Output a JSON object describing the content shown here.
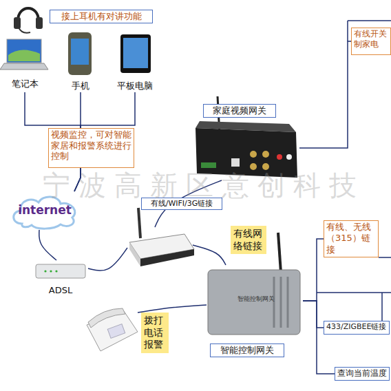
{
  "diagram": {
    "nodes": [
      {
        "text": [
          "接上耳机有对讲功能"
        ]
      },
      {
        "text": [
          "有线开关 制家电"
        ]
      },
      {
        "text": [
          "笔记本"
        ]
      },
      {
        "text": [
          "手机"
        ]
      },
      {
        "text": [
          "平板电脑"
        ]
      },
      {
        "text": [
          "家庭视频网关"
        ]
      },
      {
        "text": [
          "视频监控，可对智能家居和报警系统进行控制"
        ]
      },
      {
        "text": [
          "internet"
        ]
      },
      {
        "text": [
          "有线/WIFI/3G链接"
        ]
      },
      {
        "text": [
          "有线、无线（315）链接"
        ]
      },
      {
        "text": [
          "ADSL"
        ]
      },
      {
        "text": [
          "智能控制网关",
          "智能控制网关"
        ]
      },
      {
        "text": [
          "拨打电话报警"
        ]
      },
      {
        "text": [
          "433/ZIGBEE链接"
        ]
      },
      {
        "text": [
          "查询当前温度"
        ]
      }
    ],
    "edges": [
      {
        "from": 2,
        "to": 7,
        "arrow": "none"
      },
      {
        "from": 3,
        "to": 7,
        "arrow": "none"
      },
      {
        "from": 4,
        "to": 7,
        "arrow": "none"
      },
      {
        "from": 7,
        "to": 10,
        "arrow": "none"
      },
      {
        "from": 10,
        "to": 8,
        "arrow": "none"
      },
      {
        "from": 8,
        "to": 5,
        "arrow": "none"
      },
      {
        "from": 8,
        "to": 11,
        "label": "有线网络链接",
        "arrow": "none"
      },
      {
        "from": 12,
        "to": 11,
        "arrow": "none"
      },
      {
        "from": 5,
        "to": 1,
        "arrow": "none"
      },
      {
        "from": 11,
        "to": 9,
        "arrow": "none"
      },
      {
        "from": 11,
        "to": 13,
        "arrow": "none"
      },
      {
        "from": 11,
        "to": 14,
        "arrow": "none"
      }
    ],
    "labels": [
      "宁波高新区意创科技"
    ]
  }
}
